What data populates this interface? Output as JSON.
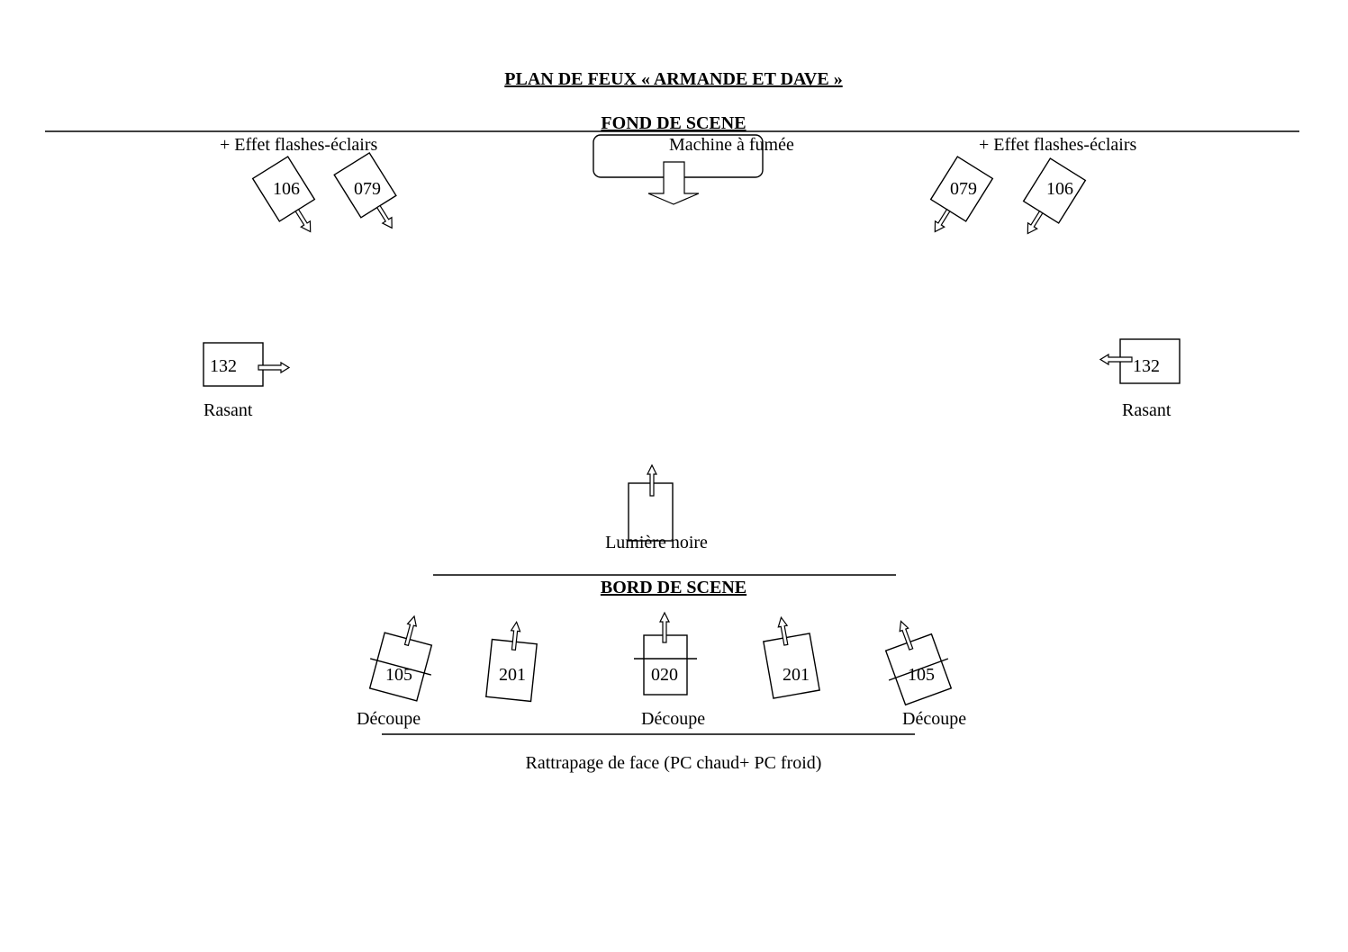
{
  "title": "PLAN DE FEUX « ARMANDE ET DAVE »",
  "labels": {
    "fond_de_scene": "FOND DE SCENE",
    "bord_de_scene": "BORD DE SCENE",
    "effet_left": "+ Effet flashes-éclairs",
    "effet_right": "+  Effet flashes-éclairs",
    "machine": "Machine à fumée",
    "rasant_left": "Rasant",
    "rasant_right": "Rasant",
    "lumiere_noire": "Lumière noire",
    "decoupe_left": "Découpe",
    "decoupe_center": "Découpe",
    "decoupe_right": "Découpe",
    "rattrapage": "Rattrapage de face (PC chaud+ PC froid)"
  },
  "projectors": {
    "back_left_1": "106",
    "back_left_2": "079",
    "back_right_1": "079",
    "back_right_2": "106",
    "side_left": "132",
    "side_right": "132",
    "front_left_decoupe": "105",
    "front_left_pc": "201",
    "front_center_decoupe": "020",
    "front_right_pc": "201",
    "front_right_decoupe": "105"
  }
}
